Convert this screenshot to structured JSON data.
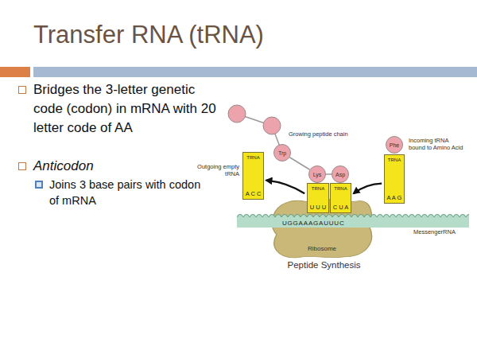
{
  "diagram": {
    "title": "Transfer RNA (tRNA)",
    "nodes": [
      {
        "text": [
          "Trp"
        ]
      },
      {
        "text": [
          "Lys"
        ]
      },
      {
        "text": [
          "Asp"
        ]
      },
      {
        "text": [
          "Phe"
        ]
      },
      {
        "text": [
          "TRNA",
          "A C C"
        ]
      },
      {
        "text": [
          "TRNA",
          "U U U"
        ]
      },
      {
        "text": [
          "TRNA",
          "C U A"
        ]
      },
      {
        "text": [
          "TRNA",
          "A A G"
        ]
      },
      {
        "text": [
          "Ribosome"
        ]
      },
      {
        "text": [
          "UGGAAAGAUUUC"
        ]
      }
    ],
    "edges": [
      {
        "from": 0,
        "to": 1,
        "arrow": "none"
      },
      {
        "from": 1,
        "to": 2,
        "arrow": "none"
      },
      {
        "from": 5,
        "to": 4,
        "arrow": "to"
      },
      {
        "from": 7,
        "to": 6,
        "arrow": "to"
      }
    ],
    "labels": [
      "Bridges the 3-letter genetic code (codon) in mRNA with 20 letter code of AA",
      "Anticodon",
      "Joins 3 base pairs with codon of mRNA",
      "Growing peptide chain",
      "Outgoing empty tRNA",
      "Incoming tRNA bound to Amino Acid",
      "MessengerRNA",
      "Peptide Synthesis"
    ]
  }
}
